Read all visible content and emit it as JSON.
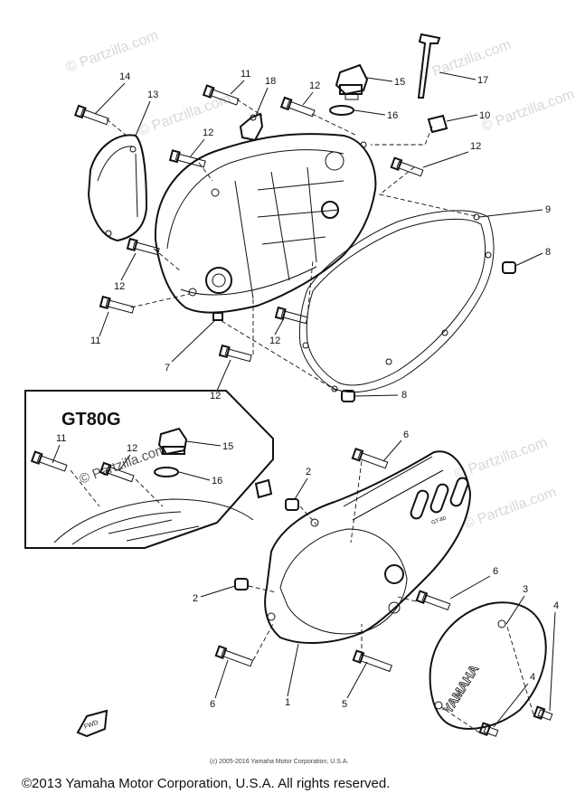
{
  "inset": {
    "model_label": "GT80G"
  },
  "watermarks": [
    "© Partzilla.com",
    "© Partzilla.com",
    "© Partzilla.com",
    "© Partzilla.com",
    "© Partzilla.com",
    "© Partzilla.com",
    "© Partzilla.com"
  ],
  "fine_print": "(c) 2005-2016 Yamaha Motor Corporation, U.S.A.",
  "copyright": "©2013 Yamaha Motor Corporation, U.S.A. All rights reserved.",
  "cover_markings": {
    "badge": "YAMAHA"
  },
  "callouts": [
    "14",
    "13",
    "11",
    "18",
    "12",
    "15",
    "16",
    "17",
    "10",
    "12",
    "12",
    "9",
    "8",
    "12",
    "11",
    "7",
    "12",
    "12",
    "8",
    "11",
    "12",
    "15",
    "16",
    "6",
    "2",
    "6",
    "2",
    "3",
    "4",
    "6",
    "1",
    "5",
    "4"
  ]
}
